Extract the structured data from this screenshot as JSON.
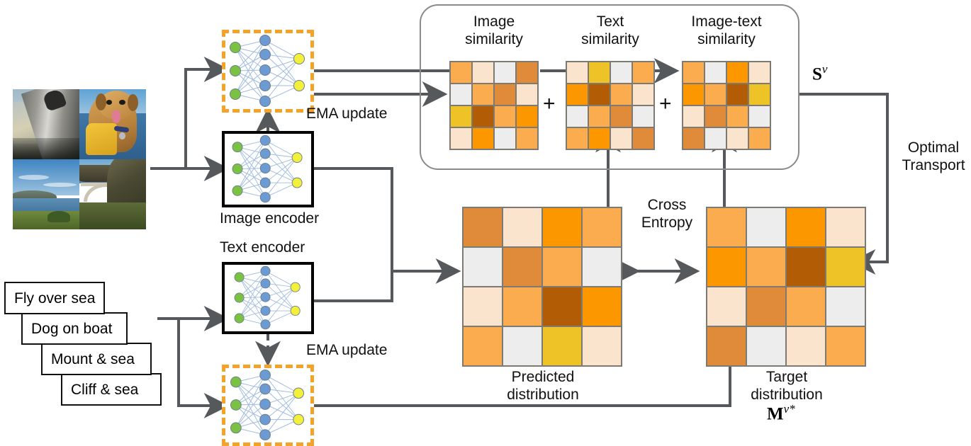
{
  "figure": {
    "title": "Vision-language contrastive learning with optimal transport targets",
    "labels": {
      "image_encoder": "Image encoder",
      "text_encoder": "Text encoder",
      "ema_update_top": "EMA update",
      "ema_update_bottom": "EMA update",
      "image_similarity": "Image\nsimilarity",
      "text_similarity": "Text\nsimilarity",
      "image_text_similarity": "Image-text\nsimilarity",
      "predicted_distribution": "Predicted\ndistribution",
      "target_distribution": "Target\ndistribution",
      "cross_entropy": "Cross\nEntropy",
      "optimal_transport": "Optimal\nTransport",
      "plus_1": "+",
      "plus_2": "+",
      "s_v_symbol": "S",
      "s_v_superscript": "v",
      "m_v_symbol": "M",
      "m_v_superscript": "v*"
    },
    "captions": [
      {
        "text": "Fly over sea"
      },
      {
        "text": "Dog on boat"
      },
      {
        "text": "Mount & sea"
      },
      {
        "text": "Cliff & sea"
      }
    ],
    "photos": [
      {
        "name": "airplane-wing-over-sea"
      },
      {
        "name": "dog-in-life-vest-on-boat"
      },
      {
        "name": "coastal-hills-and-sea"
      },
      {
        "name": "cliff-bridge-and-sea"
      }
    ],
    "encoders": [
      {
        "name": "momentum-image-encoder",
        "style": "dashed",
        "border_color": "#f5a229"
      },
      {
        "name": "image-encoder",
        "style": "solid",
        "border_color": "#000000"
      },
      {
        "name": "text-encoder",
        "style": "solid",
        "border_color": "#000000"
      },
      {
        "name": "momentum-text-encoder",
        "style": "dashed",
        "border_color": "#f5a229"
      }
    ],
    "network_nodes": {
      "input": 3,
      "hidden": 5,
      "output": 2,
      "input_color": "#7cc242",
      "hidden_color": "#6b9bd2",
      "output_color": "#f2f03a"
    }
  },
  "chart_data": {
    "type": "heatmap",
    "title": "Similarity and distribution matrices",
    "colormap": {
      "pale": "#fbe4cd",
      "grey": "#ededed",
      "light_orange": "#fbac4f",
      "orange": "#fd9700",
      "medium_orange": "#e08b39",
      "dark_brown": "#b35c06",
      "yellow": "#edc328"
    },
    "matrices": [
      {
        "name": "image-similarity",
        "label": "Image similarity",
        "rows": 4,
        "cols": 4,
        "cells": [
          [
            "#fbac4f",
            "#fbe4cd",
            "#ededed",
            "#e08b39"
          ],
          [
            "#ededed",
            "#fbac4f",
            "#e08b39",
            "#fbe4cd"
          ],
          [
            "#edc328",
            "#b35c06",
            "#fbac4f",
            "#fd9700"
          ],
          [
            "#fbe4cd",
            "#fd9700",
            "#ededed",
            "#fbac4f"
          ]
        ]
      },
      {
        "name": "text-similarity",
        "label": "Text similarity",
        "rows": 4,
        "cols": 4,
        "cells": [
          [
            "#fbe4cd",
            "#edc328",
            "#ededed",
            "#fbac4f"
          ],
          [
            "#fd9700",
            "#b35c06",
            "#fbac4f",
            "#fbe4cd"
          ],
          [
            "#ededed",
            "#fbac4f",
            "#e08b39",
            "#ededed"
          ],
          [
            "#fbac4f",
            "#fd9700",
            "#fbe4cd",
            "#e08b39"
          ]
        ]
      },
      {
        "name": "image-text-similarity",
        "label": "Image-text similarity",
        "rows": 4,
        "cols": 4,
        "cells": [
          [
            "#fbac4f",
            "#ededed",
            "#fd9700",
            "#fbe4cd"
          ],
          [
            "#fd9700",
            "#fbac4f",
            "#b35c06",
            "#edc328"
          ],
          [
            "#fbe4cd",
            "#e08b39",
            "#fbac4f",
            "#ededed"
          ],
          [
            "#e08b39",
            "#ededed",
            "#fbe4cd",
            "#fbac4f"
          ]
        ]
      },
      {
        "name": "predicted-distribution",
        "label": "Predicted distribution",
        "rows": 4,
        "cols": 4,
        "cells": [
          [
            "#e08b39",
            "#fbe4cd",
            "#fd9700",
            "#fbac4f"
          ],
          [
            "#ededed",
            "#e08b39",
            "#fbac4f",
            "#ededed"
          ],
          [
            "#fbe4cd",
            "#fbac4f",
            "#b35c06",
            "#fd9700"
          ],
          [
            "#fbac4f",
            "#ededed",
            "#edc328",
            "#fbe4cd"
          ]
        ]
      },
      {
        "name": "target-distribution",
        "label": "Target distribution",
        "rows": 4,
        "cols": 4,
        "cells": [
          [
            "#fbac4f",
            "#ededed",
            "#fd9700",
            "#fbe4cd"
          ],
          [
            "#fd9700",
            "#fbac4f",
            "#b35c06",
            "#edc328"
          ],
          [
            "#fbe4cd",
            "#e08b39",
            "#fbac4f",
            "#ededed"
          ],
          [
            "#e08b39",
            "#ededed",
            "#fbe4cd",
            "#fbac4f"
          ]
        ]
      }
    ]
  }
}
